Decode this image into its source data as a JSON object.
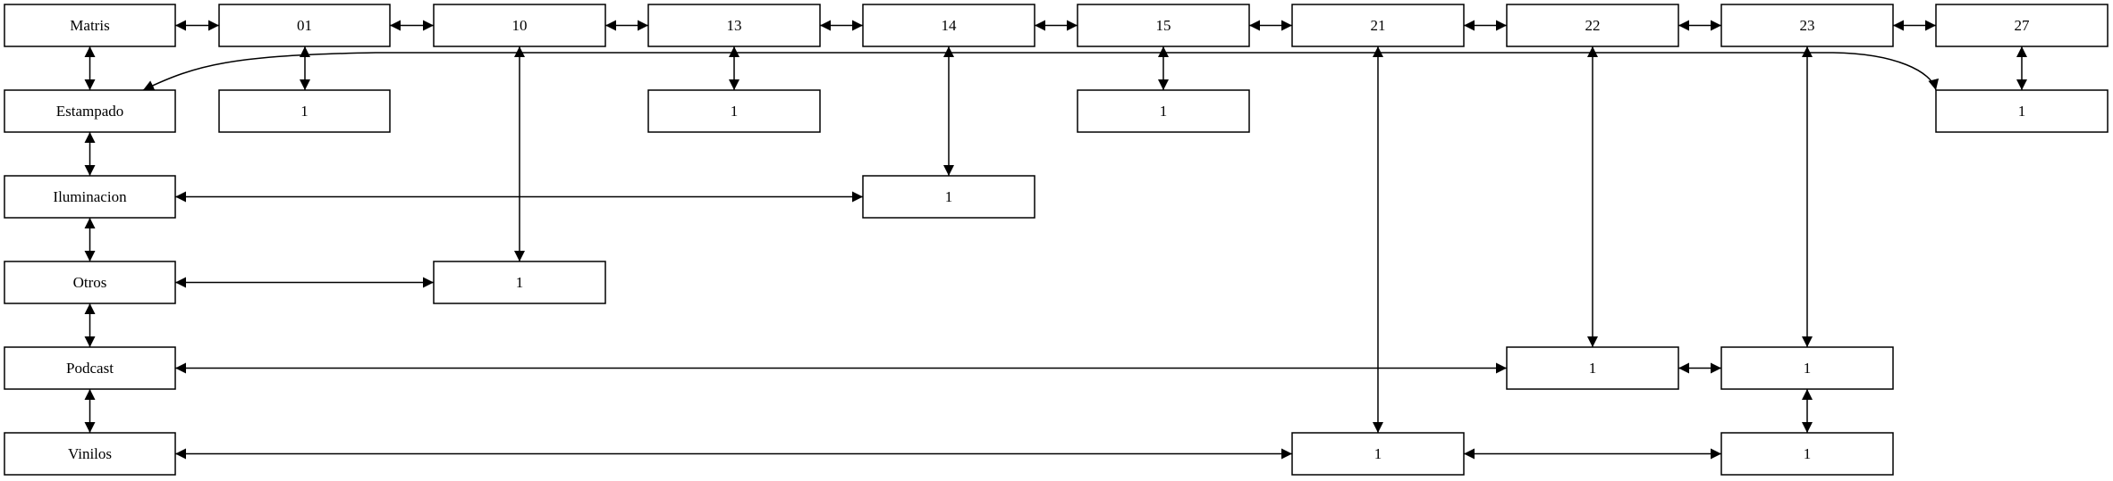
{
  "colors": {
    "stroke": "#000000",
    "fill": "#ffffff",
    "text": "#000000"
  },
  "nodes": {
    "matris": "Matris",
    "c01": "01",
    "c10": "10",
    "c13": "13",
    "c14": "14",
    "c15": "15",
    "c21": "21",
    "c22": "22",
    "c23": "23",
    "c27": "27",
    "estampado": "Estampado",
    "iluminacion": "Iluminacion",
    "otros": "Otros",
    "podcast": "Podcast",
    "vinilos": "Vinilos",
    "e01": "1",
    "e13": "1",
    "e15": "1",
    "e27": "1",
    "i14": "1",
    "o10": "1",
    "p22": "1",
    "p23": "1",
    "v21": "1",
    "v23": "1"
  }
}
